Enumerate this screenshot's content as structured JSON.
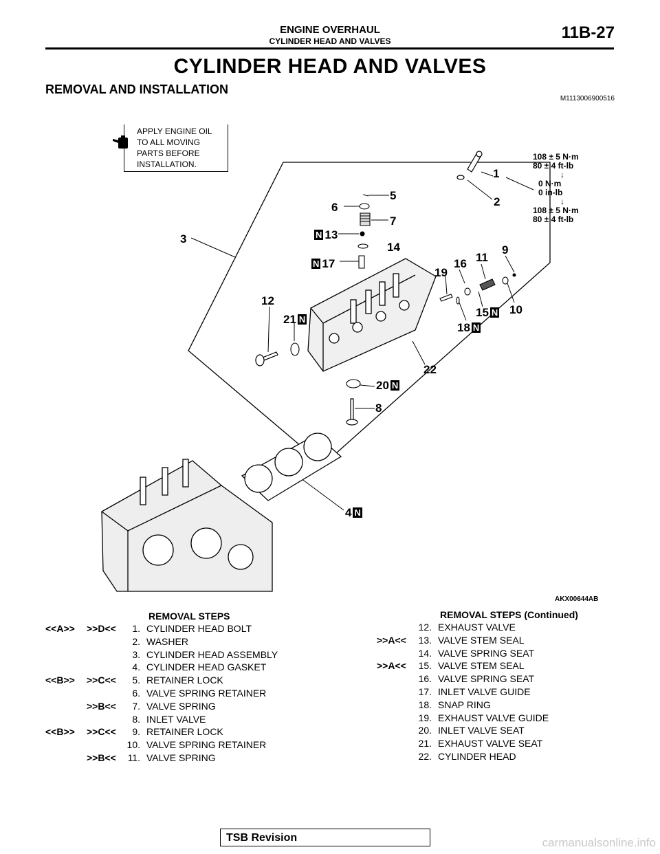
{
  "header": {
    "section": "ENGINE OVERHAUL",
    "subsection": "CYLINDER HEAD AND VALVES",
    "page_number": "11B-27"
  },
  "title": "CYLINDER HEAD AND VALVES",
  "subtitle": "REMOVAL AND INSTALLATION",
  "doc_code": "M1113006900516",
  "oil_note": {
    "lines": [
      "APPLY ENGINE OIL",
      "TO ALL MOVING",
      "PARTS BEFORE",
      "INSTALLATION."
    ],
    "icon": "oil-can-icon"
  },
  "torque": {
    "line1": "108 ± 5 N·m",
    "line2": "80 ± 4 ft-lb",
    "arrow": "↓",
    "line3": "0 N·m",
    "line4": "0 in-lb",
    "line5": "108 ± 5 N·m",
    "line6": "80 ± 4 ft-lb"
  },
  "callouts": {
    "c1": "1",
    "c2": "2",
    "c3": "3",
    "c4": "4",
    "c5": "5",
    "c6": "6",
    "c7": "7",
    "c8": "8",
    "c9": "9",
    "c10": "10",
    "c11": "11",
    "c12": "12",
    "c13": "13",
    "c14": "14",
    "c15": "15",
    "c16": "16",
    "c17": "17",
    "c18": "18",
    "c19": "19",
    "c20": "20",
    "c21": "21",
    "c22": "22",
    "n_mark": "N"
  },
  "figure_code": "AKX00644AB",
  "removal_steps_left": {
    "heading": "REMOVAL STEPS",
    "items": [
      {
        "m1": "<<A>>",
        "m2": ">>D<<",
        "num": "1.",
        "text": "CYLINDER HEAD BOLT"
      },
      {
        "m1": "",
        "m2": "",
        "num": "2.",
        "text": "WASHER"
      },
      {
        "m1": "",
        "m2": "",
        "num": "3.",
        "text": "CYLINDER HEAD ASSEMBLY"
      },
      {
        "m1": "",
        "m2": "",
        "num": "4.",
        "text": "CYLINDER HEAD GASKET"
      },
      {
        "m1": "<<B>>",
        "m2": ">>C<<",
        "num": "5.",
        "text": "RETAINER LOCK"
      },
      {
        "m1": "",
        "m2": "",
        "num": "6.",
        "text": "VALVE SPRING RETAINER"
      },
      {
        "m1": "",
        "m2": ">>B<<",
        "num": "7.",
        "text": "VALVE SPRING"
      },
      {
        "m1": "",
        "m2": "",
        "num": "8.",
        "text": "INLET VALVE"
      },
      {
        "m1": "<<B>>",
        "m2": ">>C<<",
        "num": "9.",
        "text": "RETAINER LOCK"
      },
      {
        "m1": "",
        "m2": "",
        "num": "10.",
        "text": "VALVE SPRING RETAINER"
      },
      {
        "m1": "",
        "m2": ">>B<<",
        "num": "11.",
        "text": "VALVE SPRING"
      }
    ]
  },
  "removal_steps_right": {
    "heading": "REMOVAL STEPS (Continued)",
    "items": [
      {
        "m2": "",
        "num": "12.",
        "text": "EXHAUST VALVE"
      },
      {
        "m2": ">>A<<",
        "num": "13.",
        "text": "VALVE STEM SEAL"
      },
      {
        "m2": "",
        "num": "14.",
        "text": "VALVE SPRING SEAT"
      },
      {
        "m2": ">>A<<",
        "num": "15.",
        "text": "VALVE STEM SEAL"
      },
      {
        "m2": "",
        "num": "16.",
        "text": "VALVE SPRING SEAT"
      },
      {
        "m2": "",
        "num": "17.",
        "text": "INLET VALVE GUIDE"
      },
      {
        "m2": "",
        "num": "18.",
        "text": "SNAP RING"
      },
      {
        "m2": "",
        "num": "19.",
        "text": "EXHAUST VALVE GUIDE"
      },
      {
        "m2": "",
        "num": "20.",
        "text": "INLET VALVE SEAT"
      },
      {
        "m2": "",
        "num": "21.",
        "text": "EXHAUST VALVE SEAT"
      },
      {
        "m2": "",
        "num": "22.",
        "text": "CYLINDER HEAD"
      }
    ]
  },
  "footer": {
    "tsb": "TSB Revision",
    "watermark": "carmanualsonline.info"
  }
}
